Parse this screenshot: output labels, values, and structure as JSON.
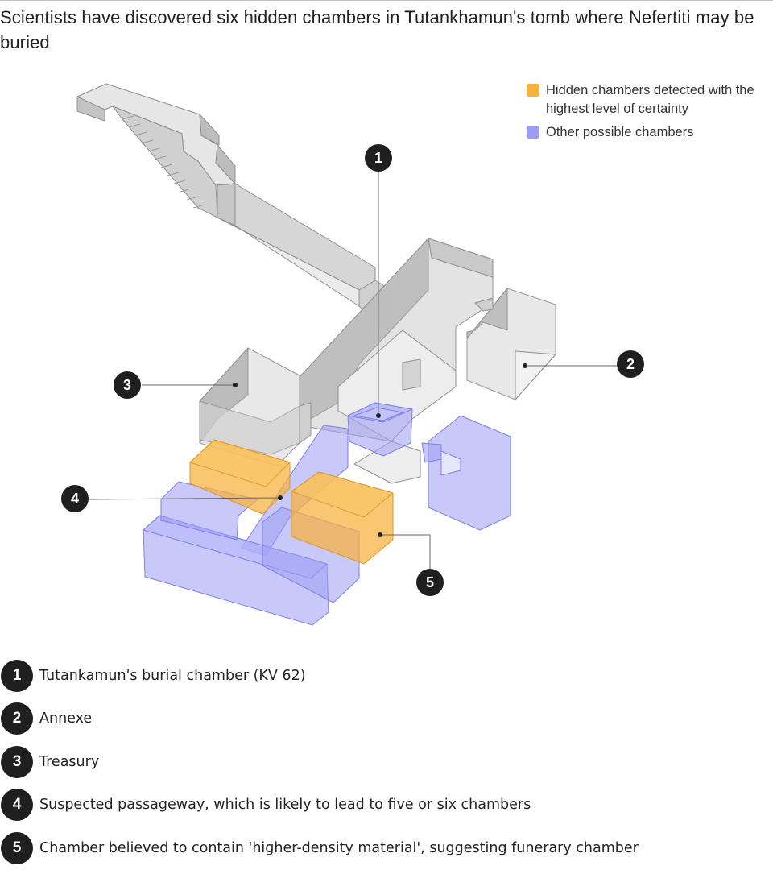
{
  "title": "Scientists have discovered six hidden chambers in Tutankhamun's tomb where Nefertiti may be buried",
  "legend": [
    {
      "label": "Hidden chambers detected with the highest level of certainty",
      "color": "#f6b23a"
    },
    {
      "label": "Other possible chambers",
      "color": "#9c9cf4"
    }
  ],
  "callouts": [
    "1",
    "2",
    "3",
    "4",
    "5"
  ],
  "notes": [
    {
      "number": "1",
      "text": "Tutankamun's burial chamber (KV 62)"
    },
    {
      "number": "2",
      "text": "Annexe"
    },
    {
      "number": "3",
      "text": "Treasury"
    },
    {
      "number": "4",
      "text": "Suspected passageway, which is likely to lead to five or six chambers"
    },
    {
      "number": "5",
      "text": "Chamber believed to contain 'higher-density material', suggesting funerary chamber"
    }
  ],
  "colors": {
    "tomb": "#d9d9d9",
    "tomb_dark": "#b5b5b5",
    "certain": "#f6b23a",
    "possible": "#9c9cf4",
    "badge": "#1f1f1f"
  }
}
